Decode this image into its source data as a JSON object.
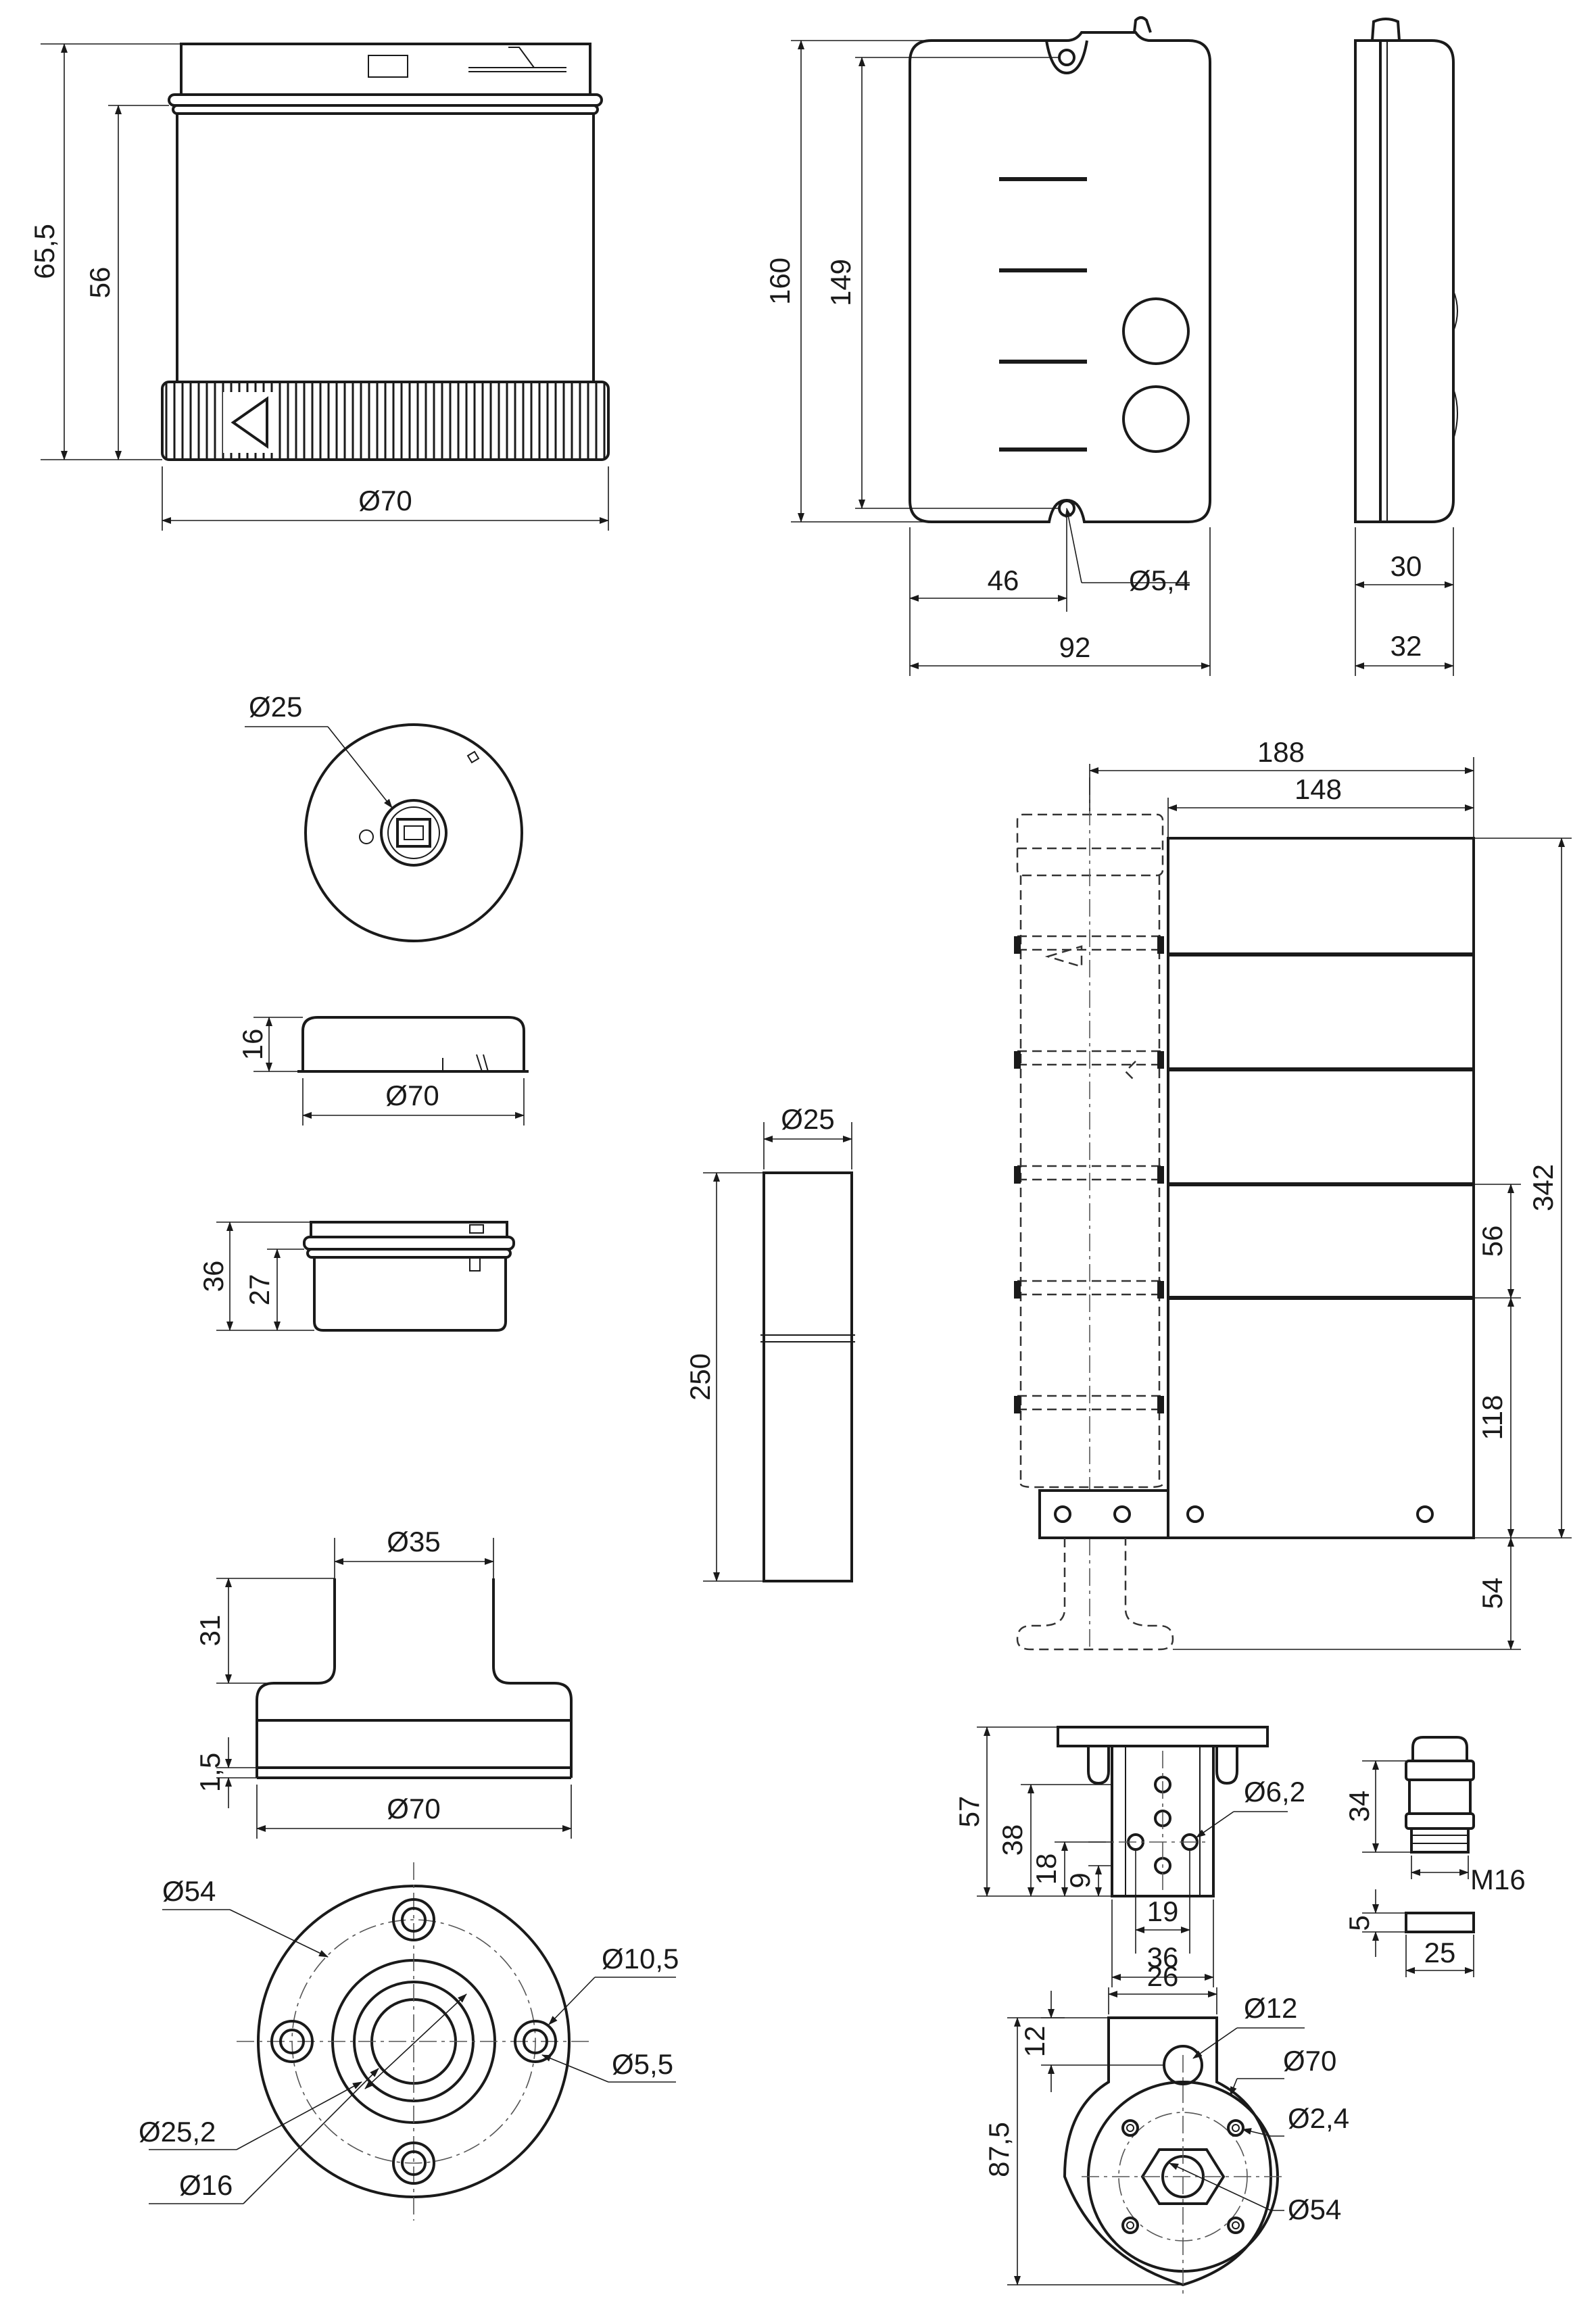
{
  "drawing": {
    "views": [
      {
        "id": "light-module",
        "dims": [
          "65,5",
          "56",
          "Ø70"
        ]
      },
      {
        "id": "wall-box-front",
        "dims": [
          "160",
          "149",
          "46",
          "92",
          "Ø5,4"
        ]
      },
      {
        "id": "wall-box-side",
        "dims": [
          "30",
          "32"
        ]
      },
      {
        "id": "usb-module-top",
        "dims": [
          "Ø25"
        ]
      },
      {
        "id": "end-cap",
        "dims": [
          "16",
          "Ø70"
        ]
      },
      {
        "id": "connection-module",
        "dims": [
          "36",
          "27"
        ]
      },
      {
        "id": "tube",
        "dims": [
          "Ø25",
          "250"
        ]
      },
      {
        "id": "stack-assembly",
        "dims": [
          "188",
          "148",
          "342",
          "56",
          "118",
          "54"
        ]
      },
      {
        "id": "base-side",
        "dims": [
          "Ø35",
          "31",
          "1,5",
          "Ø70"
        ]
      },
      {
        "id": "base-top",
        "dims": [
          "Ø54",
          "Ø10,5",
          "Ø5,5",
          "Ø25,2",
          "Ø16"
        ]
      },
      {
        "id": "wall-bracket",
        "dims": [
          "57",
          "38",
          "18",
          "9",
          "Ø6,2",
          "19",
          "36"
        ]
      },
      {
        "id": "cable-gland",
        "dims": [
          "34",
          "M16",
          "5",
          "25"
        ]
      },
      {
        "id": "bracket-top",
        "dims": [
          "26",
          "Ø12",
          "12",
          "Ø70",
          "Ø2,4",
          "87,5",
          "Ø54"
        ]
      }
    ]
  },
  "labels": {
    "d_65_5": "65,5",
    "d_56a": "56",
    "d_70a": "Ø70",
    "d_160": "160",
    "d_149": "149",
    "d_46": "46",
    "d_5_4": "Ø5,4",
    "d_92": "92",
    "d_30": "30",
    "d_32": "32",
    "d_25a": "Ø25",
    "d_16a": "16",
    "d_70b": "Ø70",
    "d_36a": "36",
    "d_27": "27",
    "d_25b": "Ø25",
    "d_250": "250",
    "d_188": "188",
    "d_148": "148",
    "d_342": "342",
    "d_56b": "56",
    "d_118": "118",
    "d_54a": "54",
    "d_35": "Ø35",
    "d_31": "31",
    "d_1_5": "1,5",
    "d_70c": "Ø70",
    "d_54b": "Ø54",
    "d_10_5": "Ø10,5",
    "d_5_5": "Ø5,5",
    "d_25_2": "Ø25,2",
    "d_16b": "Ø16",
    "d_57": "57",
    "d_38": "38",
    "d_18": "18",
    "d_9": "9",
    "d_6_2": "Ø6,2",
    "d_19": "19",
    "d_36b": "36",
    "d_34": "34",
    "d_m16": "M16",
    "d_5": "5",
    "d_25c": "25",
    "d_26": "26",
    "d_12": "Ø12",
    "d_12b": "12",
    "d_70d": "Ø70",
    "d_2_4": "Ø2,4",
    "d_87_5": "87,5",
    "d_54c": "Ø54"
  }
}
